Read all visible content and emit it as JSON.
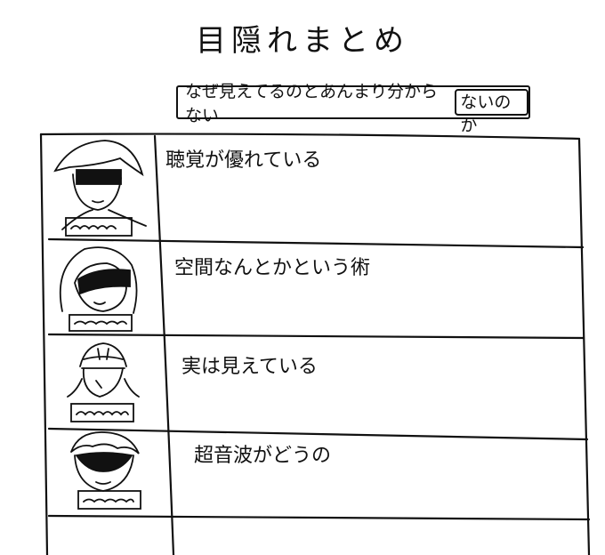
{
  "title": "目隠れまとめ",
  "subtitle": {
    "main": "なぜ見えてるのとあんまり分からない",
    "boxed": "ないのか"
  },
  "rows": [
    {
      "text": "聴覚が優れている",
      "icon": "sunglasses-man-portrait"
    },
    {
      "text": "空間なんとかという術",
      "icon": "bob-hair-blindfold-portrait"
    },
    {
      "text": "実は見えている",
      "icon": "helmet-hair-portrait"
    },
    {
      "text": "超音波がどうの",
      "icon": "curly-hair-visor-portrait"
    }
  ]
}
